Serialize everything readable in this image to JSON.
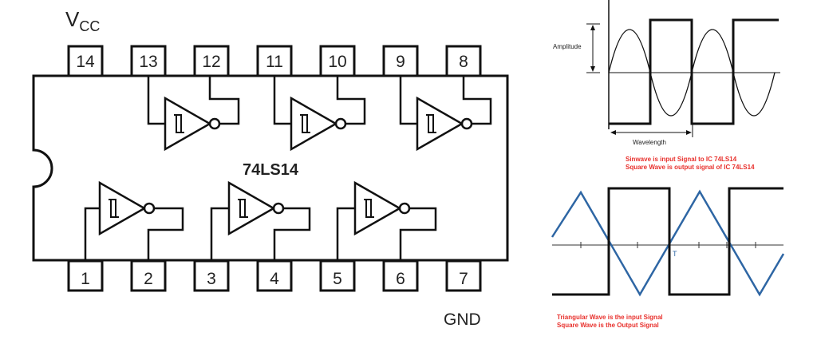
{
  "ic": {
    "vcc_main": "V",
    "vcc_sub": "CC",
    "chip_label": "74LS14",
    "gnd_label": "GND",
    "top_pins": [
      "14",
      "13",
      "12",
      "11",
      "10",
      "9",
      "8"
    ],
    "bottom_pins": [
      "1",
      "2",
      "3",
      "4",
      "5",
      "6",
      "7"
    ]
  },
  "sine_panel": {
    "amplitude_label": "Amplitude",
    "wavelength_label": "Wavelength",
    "caption_line1": "Sinwave is input Signal to IC 74LS14",
    "caption_line2": "Square Wave is output signal of IC 74LS14"
  },
  "triangle_panel": {
    "period_label": "T",
    "caption_line1": "Triangular Wave is the input Signal",
    "caption_line2": "Square Wave is the Output Signal"
  },
  "colors": {
    "caption_red": "#e8302c",
    "triangle_blue": "#2e66a4",
    "ink": "#111111"
  }
}
